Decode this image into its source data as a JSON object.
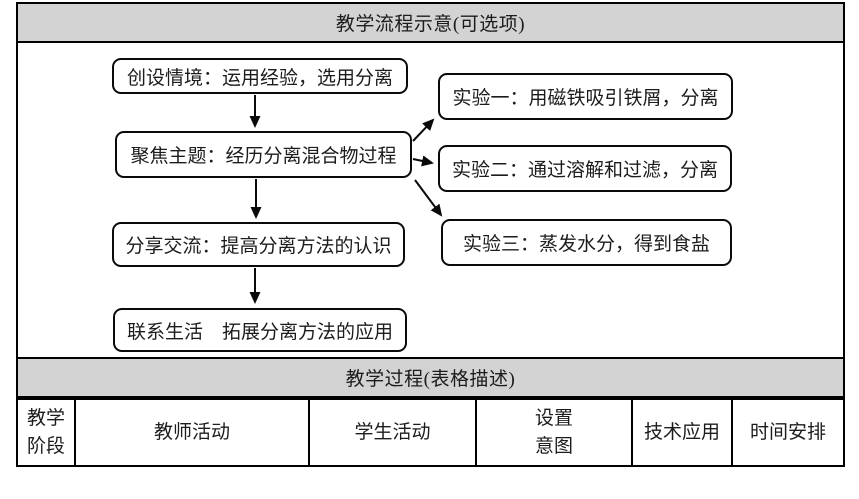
{
  "sections": {
    "flow_header": "教学流程示意(可选项)",
    "process_header": "教学过程(表格描述)"
  },
  "flowchart": {
    "boxes": [
      {
        "id": "create",
        "label": "创设情境：运用经验，选用分离"
      },
      {
        "id": "focus",
        "label": "聚焦主题：经历分离混合物过程"
      },
      {
        "id": "exp1",
        "label": "实验一：用磁铁吸引铁屑，分离"
      },
      {
        "id": "exp2",
        "label": "实验二：通过溶解和过滤，分离"
      },
      {
        "id": "exp3",
        "label": "实验三：蒸发水分，得到食盐"
      },
      {
        "id": "share",
        "label": "分享交流：提高分离方法的认识"
      },
      {
        "id": "life",
        "label": "联系生活　拓展分离方法的应用"
      }
    ],
    "arrows": [
      "create-to-focus",
      "focus-to-exp1",
      "focus-to-exp2",
      "focus-to-exp3",
      "focus-to-share",
      "share-to-life"
    ]
  },
  "table": {
    "columns": [
      {
        "label": "教学\n阶段"
      },
      {
        "label": "教师活动"
      },
      {
        "label": "学生活动"
      },
      {
        "label": "设置\n意图"
      },
      {
        "label": "技术应用"
      },
      {
        "label": "时间安排"
      }
    ]
  },
  "colors": {
    "header_bg": "#d3d3d3",
    "border": "#000000",
    "text": "#1c1c1c"
  }
}
